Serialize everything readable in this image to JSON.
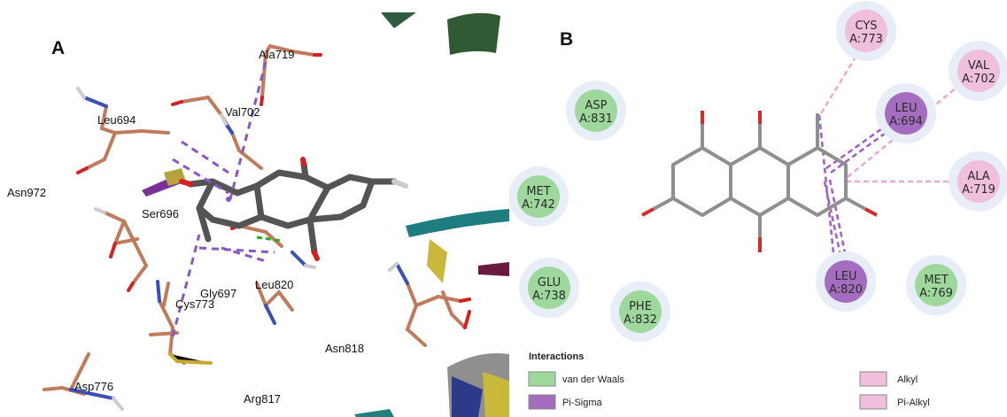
{
  "panel_a": {
    "letter": "A",
    "labels": [
      {
        "id": "ala719",
        "text": "Ala719"
      },
      {
        "id": "leu694",
        "text": "Leu694"
      },
      {
        "id": "val702",
        "text": "Val702"
      },
      {
        "id": "asn972",
        "text": "Asn972"
      },
      {
        "id": "ser696",
        "text": "Ser696"
      },
      {
        "id": "gly697",
        "text": "Gly697"
      },
      {
        "id": "leu820",
        "text": "Leu820"
      },
      {
        "id": "cys773",
        "text": "Cys773"
      },
      {
        "id": "asn818",
        "text": "Asn818"
      },
      {
        "id": "asp776",
        "text": "Asp776"
      },
      {
        "id": "arg817",
        "text": "Arg817"
      }
    ]
  },
  "panel_b": {
    "letter": "B",
    "residues": [
      {
        "id": "asp831",
        "name": "ASP",
        "num": "A:831",
        "type": "vdw"
      },
      {
        "id": "met742",
        "name": "MET",
        "num": "A:742",
        "type": "vdw"
      },
      {
        "id": "glu738",
        "name": "GLU",
        "num": "A:738",
        "type": "vdw"
      },
      {
        "id": "phe832",
        "name": "PHE",
        "num": "A:832",
        "type": "vdw"
      },
      {
        "id": "met769",
        "name": "MET",
        "num": "A:769",
        "type": "vdw"
      },
      {
        "id": "cys773",
        "name": "CYS",
        "num": "A:773",
        "type": "alkyl"
      },
      {
        "id": "val702",
        "name": "VAL",
        "num": "A:702",
        "type": "alkyl"
      },
      {
        "id": "ala719",
        "name": "ALA",
        "num": "A:719",
        "type": "alkyl"
      },
      {
        "id": "leu694",
        "name": "LEU",
        "num": "A:694",
        "type": "pisigma"
      },
      {
        "id": "leu820",
        "name": "LEU",
        "num": "A:820",
        "type": "pisigma"
      }
    ],
    "legend": {
      "title": "Interactions",
      "items": [
        {
          "id": "vdw",
          "label": "van der Waals",
          "color": "#9ed89c"
        },
        {
          "id": "pisigma",
          "label": "Pi-Sigma",
          "color": "#a56dbf"
        },
        {
          "id": "alkyl",
          "label": "Alkyl",
          "color": "#efbfdc"
        },
        {
          "id": "pialkyl",
          "label": "Pi-Alkyl",
          "color": "#efbfdc"
        }
      ]
    },
    "colors": {
      "vdw_fill": "#9ed89c",
      "pisigma_fill": "#a56dbf",
      "alkyl_fill": "#efbfdc",
      "halo": "#e8eef8",
      "pisigma_line": "#a05cc8",
      "alkyl_line": "#e9a8d3",
      "bond": "#8f8f8f",
      "oxygen": "#d9282a"
    }
  }
}
